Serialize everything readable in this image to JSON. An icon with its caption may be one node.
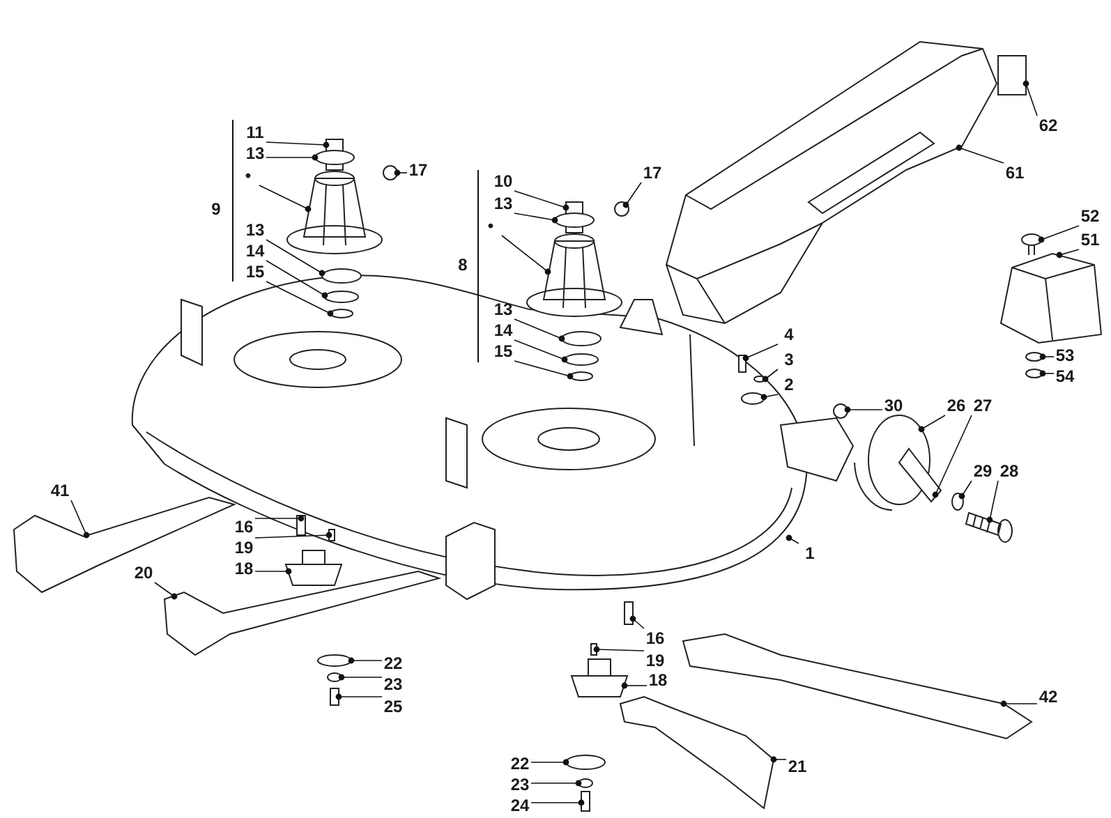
{
  "diagram": {
    "nodes": [
      {
        "text": [
          "11"
        ]
      },
      {
        "text": [
          "13"
        ]
      },
      {
        "text": [
          "•"
        ]
      },
      {
        "text": [
          "17"
        ]
      },
      {
        "text": [
          "13"
        ]
      },
      {
        "text": [
          "14"
        ]
      },
      {
        "text": [
          "15"
        ]
      },
      {
        "text": [
          "10"
        ]
      },
      {
        "text": [
          "13"
        ]
      },
      {
        "text": [
          "•"
        ]
      },
      {
        "text": [
          "17"
        ]
      },
      {
        "text": [
          "13"
        ]
      },
      {
        "text": [
          "14"
        ]
      },
      {
        "text": [
          "15"
        ]
      },
      {
        "text": [
          "61"
        ]
      },
      {
        "text": [
          "62"
        ]
      },
      {
        "text": [
          "52"
        ]
      },
      {
        "text": [
          "51"
        ]
      },
      {
        "text": [
          "4"
        ]
      },
      {
        "text": [
          "3"
        ]
      },
      {
        "text": [
          "2"
        ]
      },
      {
        "text": [
          "30"
        ]
      },
      {
        "text": [
          "26"
        ]
      },
      {
        "text": [
          "27"
        ]
      },
      {
        "text": [
          "53"
        ]
      },
      {
        "text": [
          "54"
        ]
      },
      {
        "text": [
          "29"
        ]
      },
      {
        "text": [
          "28"
        ]
      },
      {
        "text": [
          "1"
        ]
      },
      {
        "text": [
          "41"
        ]
      },
      {
        "text": [
          "16"
        ]
      },
      {
        "text": [
          "19"
        ]
      },
      {
        "text": [
          "18"
        ]
      },
      {
        "text": [
          "20"
        ]
      },
      {
        "text": [
          "22"
        ]
      },
      {
        "text": [
          "23"
        ]
      },
      {
        "text": [
          "25"
        ]
      },
      {
        "text": [
          "16"
        ]
      },
      {
        "text": [
          "19"
        ]
      },
      {
        "text": [
          "18"
        ]
      },
      {
        "text": [
          "42"
        ]
      },
      {
        "text": [
          "21"
        ]
      },
      {
        "text": [
          "22"
        ]
      },
      {
        "text": [
          "23"
        ]
      },
      {
        "text": [
          "24"
        ]
      },
      {
        "text": [],
        "shape": "box"
      },
      {
        "text": [],
        "shape": "circle"
      },
      {
        "text": [],
        "shape": "picture"
      },
      {
        "text": [],
        "shape": "circle"
      },
      {
        "text": [],
        "shape": "circle"
      },
      {
        "text": [],
        "shape": "circle"
      },
      {
        "text": [],
        "shape": "circle"
      },
      {
        "text": [],
        "shape": "box"
      },
      {
        "text": [],
        "shape": "circle"
      },
      {
        "text": [],
        "shape": "picture"
      },
      {
        "text": [],
        "shape": "circle"
      },
      {
        "text": [],
        "shape": "circle"
      },
      {
        "text": [],
        "shape": "circle"
      },
      {
        "text": [],
        "shape": "circle"
      },
      {
        "text": [],
        "shape": "box"
      },
      {
        "text": [],
        "shape": "circle"
      },
      {
        "text": [],
        "shape": "circle"
      },
      {
        "text": [],
        "shape": "circle"
      },
      {
        "text": [],
        "shape": "picture"
      },
      {
        "text": [],
        "shape": "picture"
      },
      {
        "text": [],
        "shape": "circle"
      },
      {
        "text": [],
        "shape": "picture"
      },
      {
        "text": [],
        "shape": "picture"
      },
      {
        "text": [],
        "shape": "box"
      },
      {
        "text": [],
        "shape": "box"
      },
      {
        "text": [],
        "shape": "picture"
      },
      {
        "text": [],
        "shape": "picture"
      },
      {
        "text": [],
        "shape": "circle"
      },
      {
        "text": [],
        "shape": "circle"
      },
      {
        "text": [],
        "shape": "box"
      },
      {
        "text": [],
        "shape": "box"
      },
      {
        "text": [],
        "shape": "box"
      },
      {
        "text": [],
        "shape": "picture"
      },
      {
        "text": [],
        "shape": "picture"
      },
      {
        "text": [],
        "shape": "picture"
      },
      {
        "text": [],
        "shape": "circle"
      },
      {
        "text": [],
        "shape": "circle"
      },
      {
        "text": [],
        "shape": "box"
      },
      {
        "text": [],
        "shape": "picture"
      },
      {
        "text": [],
        "shape": "box"
      },
      {
        "text": [],
        "shape": "picture"
      },
      {
        "text": [],
        "shape": "picture"
      },
      {
        "text": [],
        "shape": "circle"
      },
      {
        "text": [],
        "shape": "circle"
      }
    ],
    "edges": [
      {
        "from": 0,
        "to": 45,
        "arrow": "other"
      },
      {
        "from": 1,
        "to": 46,
        "arrow": "other"
      },
      {
        "from": 2,
        "to": 47,
        "arrow": "other"
      },
      {
        "from": 3,
        "to": 48,
        "arrow": "other"
      },
      {
        "from": 4,
        "to": 49,
        "arrow": "other"
      },
      {
        "from": 5,
        "to": 50,
        "arrow": "other"
      },
      {
        "from": 6,
        "to": 51,
        "arrow": "other"
      },
      {
        "from": 7,
        "to": 52,
        "arrow": "other"
      },
      {
        "from": 8,
        "to": 53,
        "arrow": "other"
      },
      {
        "from": 9,
        "to": 54,
        "arrow": "other"
      },
      {
        "from": 10,
        "to": 55,
        "arrow": "other"
      },
      {
        "from": 11,
        "to": 56,
        "arrow": "other"
      },
      {
        "from": 12,
        "to": 57,
        "arrow": "other"
      },
      {
        "from": 13,
        "to": 58,
        "arrow": "other"
      },
      {
        "from": 14,
        "to": 83,
        "arrow": "other"
      },
      {
        "from": 15,
        "to": 84,
        "arrow": "other"
      },
      {
        "from": 16,
        "to": 85,
        "arrow": "other"
      },
      {
        "from": 17,
        "to": 86,
        "arrow": "other"
      },
      {
        "from": 18,
        "to": 59,
        "arrow": "other"
      },
      {
        "from": 19,
        "to": 60,
        "arrow": "other"
      },
      {
        "from": 20,
        "to": 61,
        "arrow": "other"
      },
      {
        "from": 21,
        "to": 62,
        "arrow": "other"
      },
      {
        "from": 22,
        "to": 63,
        "arrow": "other"
      },
      {
        "from": 23,
        "to": 64,
        "arrow": "other"
      },
      {
        "from": 24,
        "to": 87,
        "arrow": "other"
      },
      {
        "from": 25,
        "to": 88,
        "arrow": "other"
      },
      {
        "from": 26,
        "to": 65,
        "arrow": "other"
      },
      {
        "from": 27,
        "to": 66,
        "arrow": "other"
      },
      {
        "from": 28,
        "to": null,
        "arrow": "other"
      },
      {
        "from": 29,
        "to": 67,
        "arrow": "other"
      },
      {
        "from": 30,
        "to": 68,
        "arrow": "other"
      },
      {
        "from": 31,
        "to": 69,
        "arrow": "other"
      },
      {
        "from": 32,
        "to": 70,
        "arrow": "other"
      },
      {
        "from": 33,
        "to": 71,
        "arrow": "other"
      },
      {
        "from": 34,
        "to": 72,
        "arrow": "other"
      },
      {
        "from": 35,
        "to": 73,
        "arrow": "other"
      },
      {
        "from": 36,
        "to": 74,
        "arrow": "other"
      },
      {
        "from": 37,
        "to": 75,
        "arrow": "other"
      },
      {
        "from": 38,
        "to": 76,
        "arrow": "other"
      },
      {
        "from": 39,
        "to": 77,
        "arrow": "other"
      },
      {
        "from": 40,
        "to": 78,
        "arrow": "other"
      },
      {
        "from": 41,
        "to": 79,
        "arrow": "other"
      },
      {
        "from": 42,
        "to": 80,
        "arrow": "other"
      },
      {
        "from": 43,
        "to": 81,
        "arrow": "other"
      },
      {
        "from": 44,
        "to": 82,
        "arrow": "other"
      }
    ],
    "labels": [
      "9",
      "8"
    ]
  }
}
